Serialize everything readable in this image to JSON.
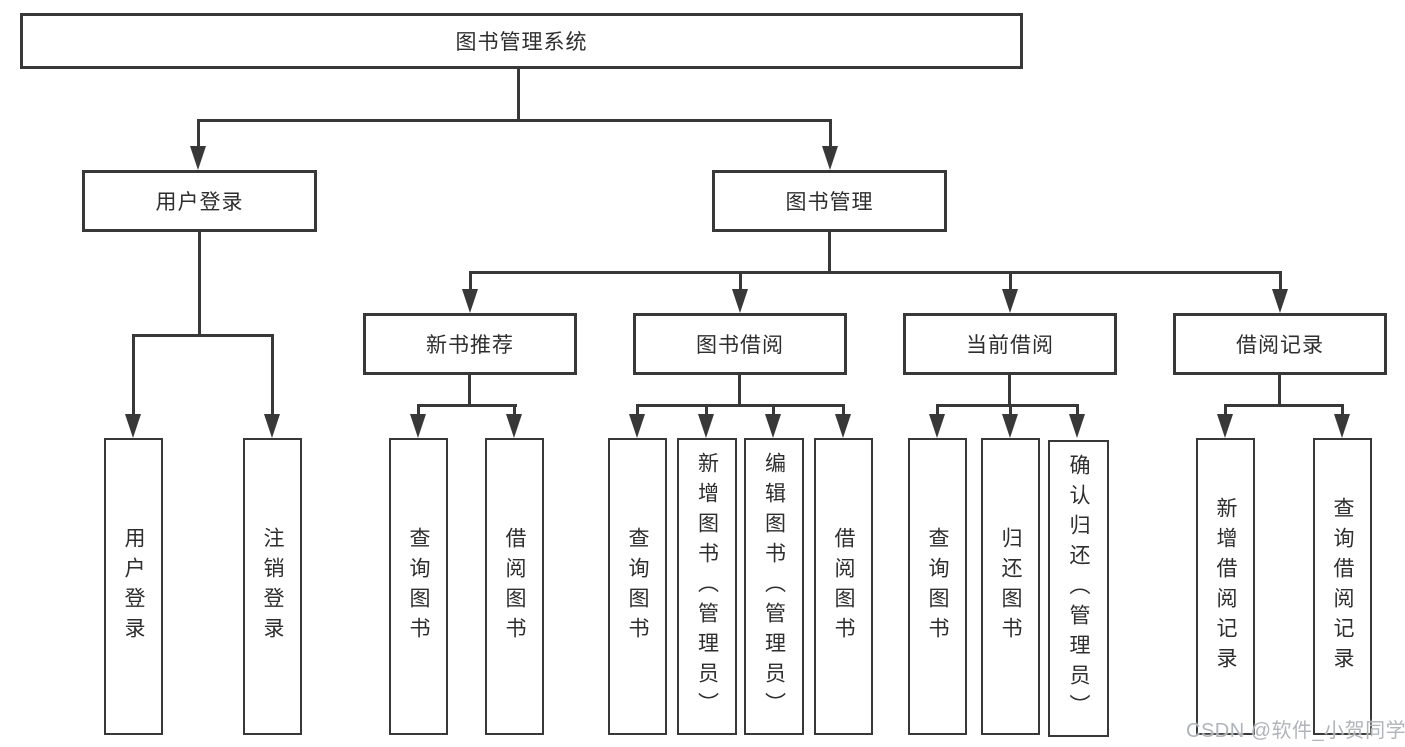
{
  "tree": {
    "label": "图书管理系统",
    "children": [
      {
        "label": "用户登录",
        "children": [
          {
            "label": "用户登录"
          },
          {
            "label": "注销登录"
          }
        ]
      },
      {
        "label": "图书管理",
        "children": [
          {
            "label": "新书推荐",
            "children": [
              {
                "label": "查询图书"
              },
              {
                "label": "借阅图书"
              }
            ]
          },
          {
            "label": "图书借阅",
            "children": [
              {
                "label": "查询图书"
              },
              {
                "label": "新增图书（管理员）"
              },
              {
                "label": "编辑图书（管理员）"
              },
              {
                "label": "借阅图书"
              }
            ]
          },
          {
            "label": "当前借阅",
            "children": [
              {
                "label": "查询图书"
              },
              {
                "label": "归还图书"
              },
              {
                "label": "确认归还（管理员）"
              }
            ]
          },
          {
            "label": "借阅记录",
            "children": [
              {
                "label": "新增借阅记录"
              },
              {
                "label": "查询借阅记录"
              }
            ]
          }
        ]
      }
    ]
  },
  "watermark": {
    "text": "CSDN @软件_小贺同学"
  },
  "colors": {
    "line": "#383838",
    "text": "#2e2e2e",
    "bg": "#ffffff",
    "watermark": "#b0b5bb"
  }
}
